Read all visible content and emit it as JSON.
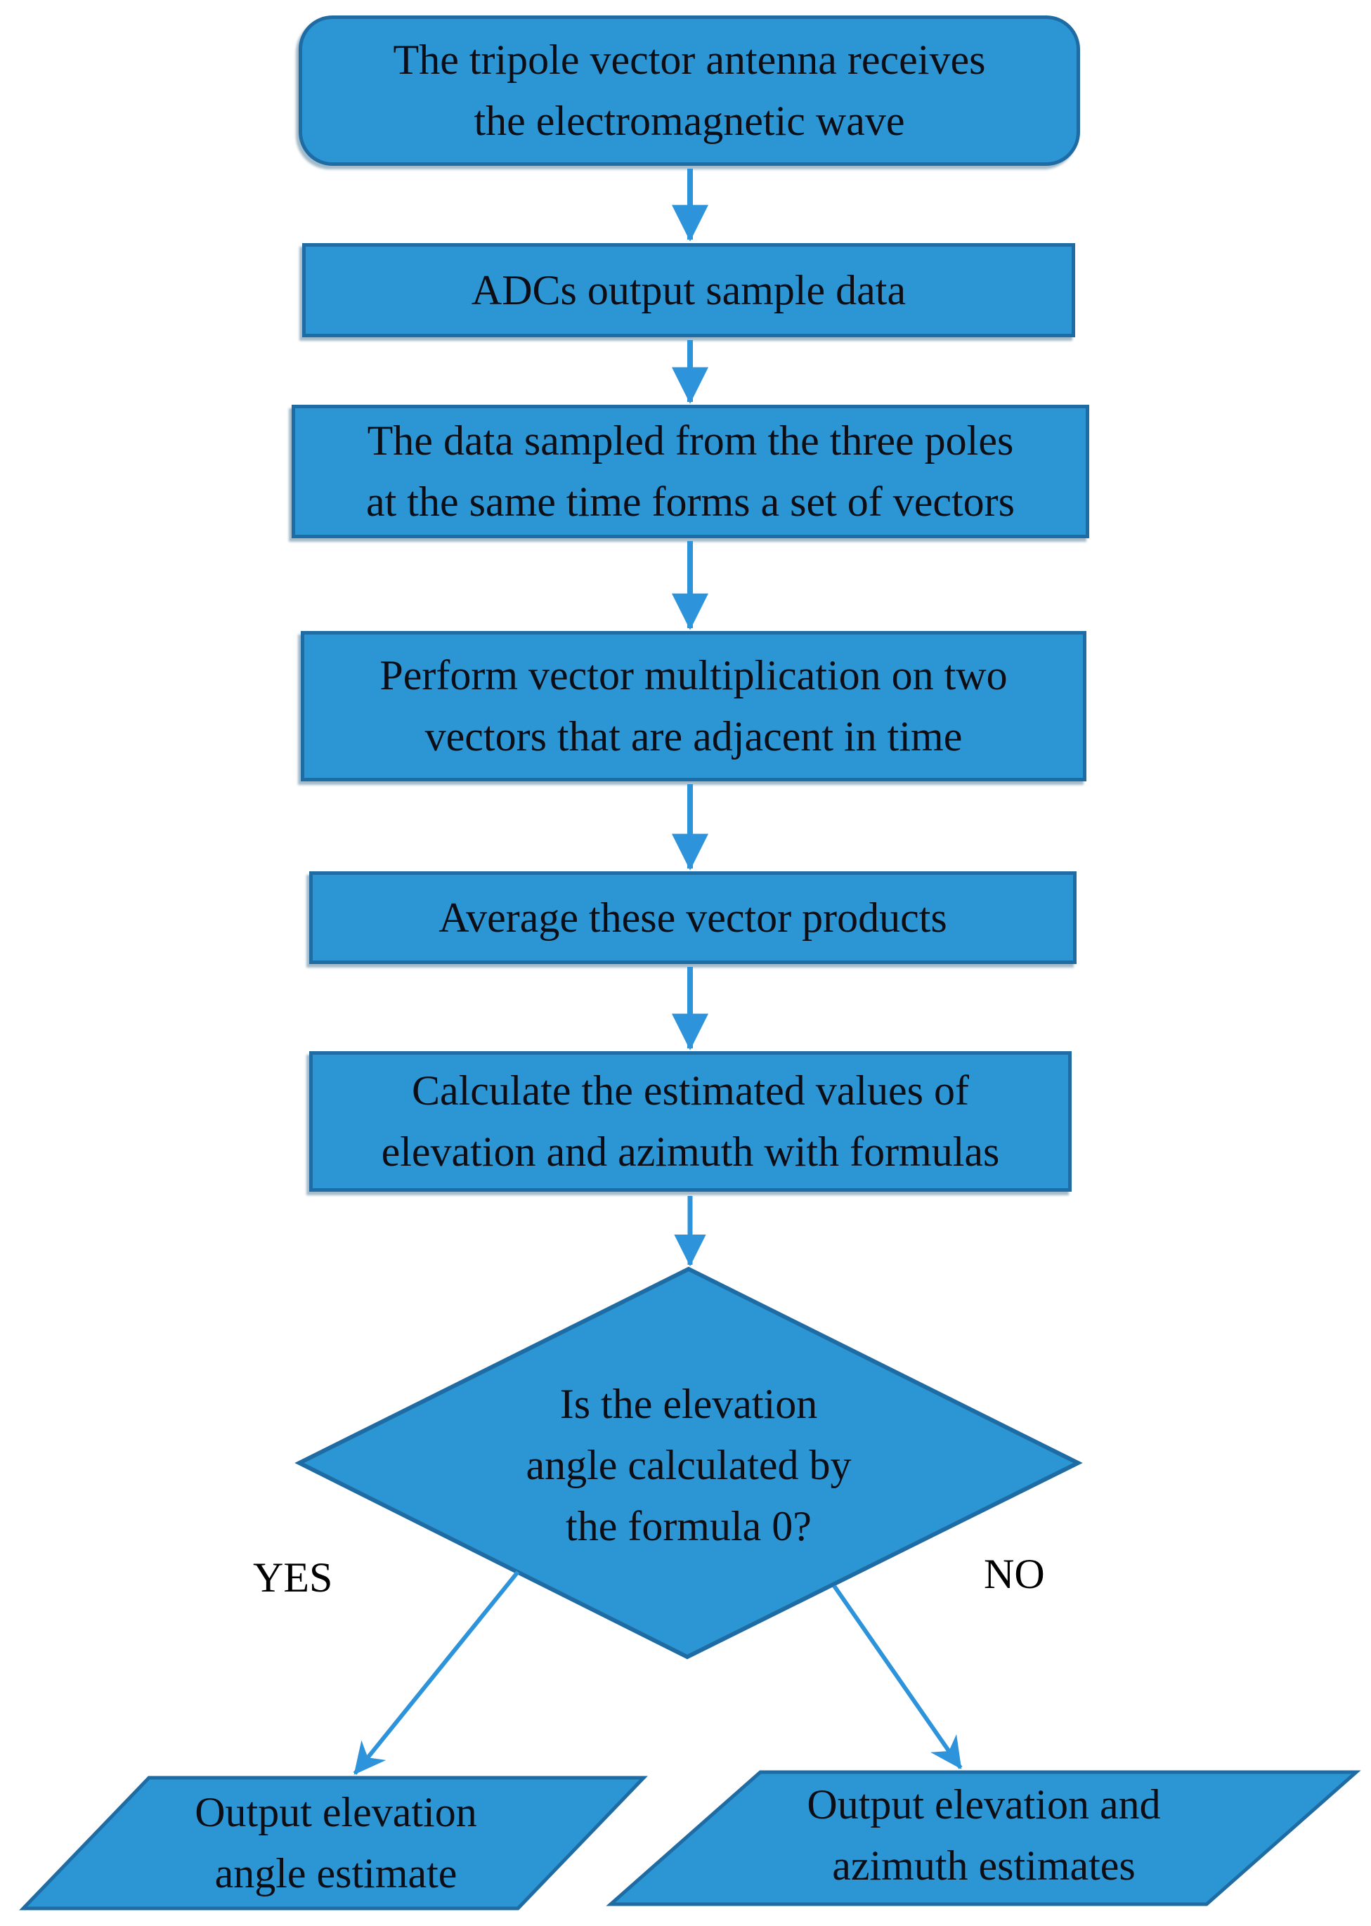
{
  "diagram": {
    "type": "flowchart",
    "nodes": [
      {
        "id": "start",
        "shape": "terminator",
        "label": "The tripole vector antenna receives\nthe electromagnetic wave"
      },
      {
        "id": "adc-output",
        "shape": "process",
        "label": "ADCs output sample data"
      },
      {
        "id": "form-vectors",
        "shape": "process",
        "label": "The data sampled from the three poles\nat the same time forms a set of vectors"
      },
      {
        "id": "multiply",
        "shape": "process",
        "label": "Perform vector multiplication on two\nvectors that are adjacent in time"
      },
      {
        "id": "average",
        "shape": "process",
        "label": "Average these vector products"
      },
      {
        "id": "calculate",
        "shape": "process",
        "label": "Calculate the estimated values of\nelevation and azimuth with formulas"
      },
      {
        "id": "decision",
        "shape": "decision",
        "label": "Is the elevation\nangle calculated by\nthe formula 0?"
      },
      {
        "id": "out-elevation",
        "shape": "parallelogram",
        "label": "Output elevation\nangle estimate"
      },
      {
        "id": "out-both",
        "shape": "parallelogram",
        "label": "Output elevation and\nazimuth estimates"
      }
    ],
    "edges": [
      {
        "from": "start",
        "to": "adc-output",
        "label": ""
      },
      {
        "from": "adc-output",
        "to": "form-vectors",
        "label": ""
      },
      {
        "from": "form-vectors",
        "to": "multiply",
        "label": ""
      },
      {
        "from": "multiply",
        "to": "average",
        "label": ""
      },
      {
        "from": "average",
        "to": "calculate",
        "label": ""
      },
      {
        "from": "calculate",
        "to": "decision",
        "label": ""
      },
      {
        "from": "decision",
        "to": "out-elevation",
        "label": "YES"
      },
      {
        "from": "decision",
        "to": "out-both",
        "label": "NO"
      }
    ],
    "colors": {
      "node_fill": "#2b96d3",
      "node_border": "#1e6ca3",
      "arrow": "#2d93da",
      "text": "#0d0d16",
      "branch_label_text": "#000000",
      "background": "#ffffff"
    }
  }
}
